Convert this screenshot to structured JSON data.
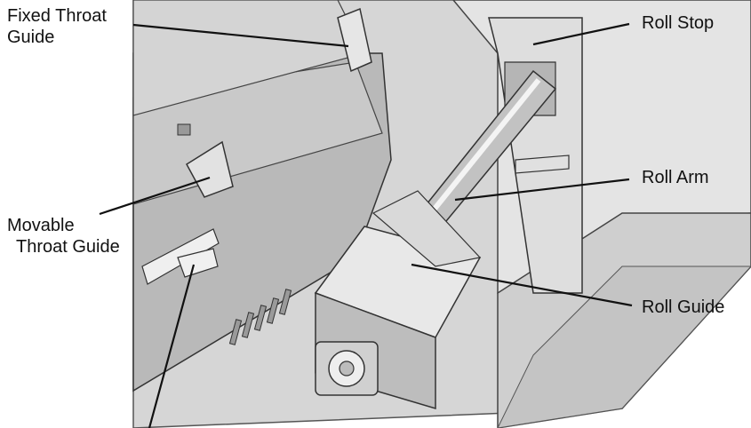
{
  "labels": {
    "fixed_throat_guide": {
      "line1": "Fixed Throat",
      "line2": "Guide"
    },
    "roll_stop": "Roll Stop",
    "roll_arm": "Roll Arm",
    "movable_throat_guide": {
      "line1": "Movable",
      "line2": "Throat Guide"
    },
    "roll_guide": "Roll Guide"
  },
  "colors": {
    "leader_line": "#111111",
    "label_text": "#111111",
    "device_body": "#d2d2d2",
    "device_outline": "#333333"
  }
}
